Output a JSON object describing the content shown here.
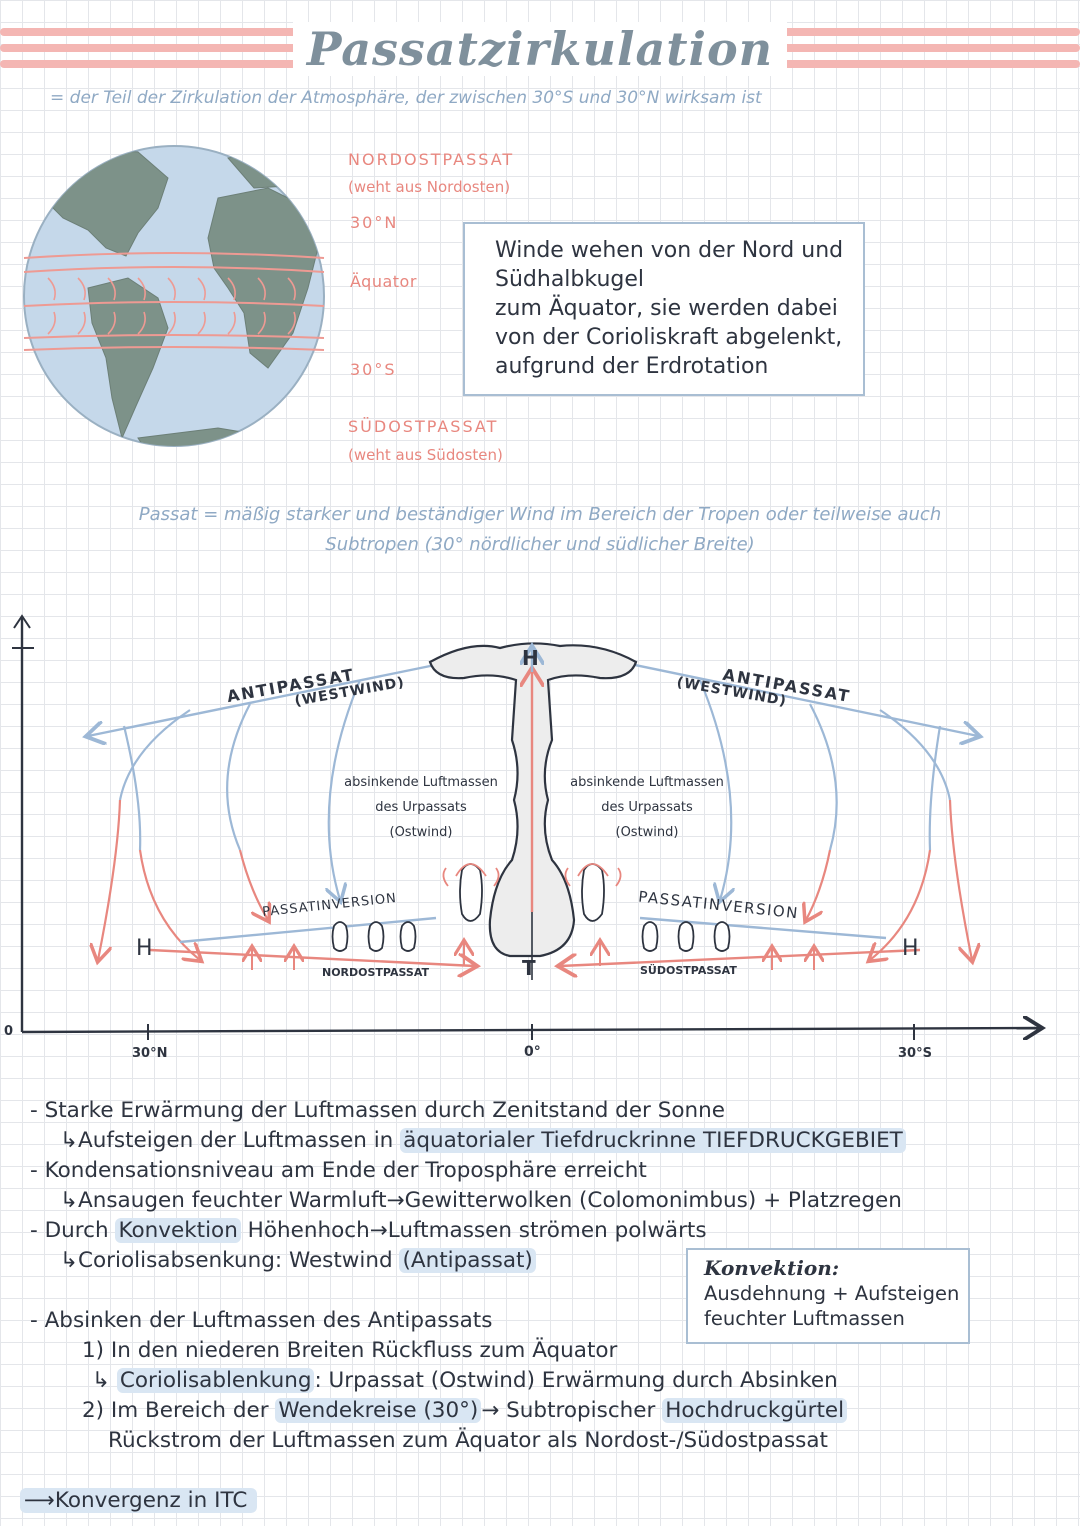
{
  "header": {
    "title": "Passatzirkulation",
    "definition": "= der Teil der Zirkulation der Atmosphäre, der zwischen 30°S und 30°N wirksam ist"
  },
  "globe_labels": {
    "nordost": "NORDOSTPASSAT",
    "nordost_sub": "(weht aus Nordosten)",
    "lat_n": "30°N",
    "equator": "Äquator",
    "lat_s": "30°S",
    "suedost": "SÜDOSTPASSAT",
    "suedost_sub": "(weht aus Südosten)"
  },
  "info_box": {
    "lines": [
      "Winde wehen von der Nord und",
      "Südhalbkugel",
      "zum Äquator, sie werden dabei",
      "von der Corioliskraft abgelenkt,",
      "aufgrund der Erdrotation"
    ]
  },
  "passat_def": {
    "line1": "Passat = mäßig starker und beständiger Wind im Bereich der Tropen oder teilweise auch",
    "line2": "Subtropen (30° nördlicher und südlicher Breite)"
  },
  "diagram": {
    "axis_origin": "0",
    "x_ticks": [
      "30°N",
      "0°",
      "30°S"
    ],
    "h_top": "H",
    "t_bottom": "T",
    "h_left": "H",
    "h_right": "H",
    "antipassat_left": "ANTIPASSAT",
    "westwind_left": "(WESTWIND)",
    "antipassat_right": "ANTIPASSAT",
    "westwind_right": "(WESTWIND)",
    "sinking_left": [
      "absinkende Luftmassen",
      "des Urpassats",
      "(Ostwind)"
    ],
    "sinking_right": [
      "absinkende Luftmassen",
      "des Urpassats",
      "(Ostwind)"
    ],
    "inversion_left": "PASSATINVERSION",
    "inversion_right": "PASSATINVERSION",
    "nordost": "NORDOSTPASSAT",
    "suedost": "SÜDOSTPASSAT"
  },
  "bullets": {
    "b1": "- Starke Erwärmung der Luftmassen durch Zenitstand der Sonne",
    "b1a_pre": "↳Aufsteigen der Luftmassen in ",
    "b1a_hl": "äquatorialer Tiefdruckrinne TIEFDRUCKGEBIET",
    "b2": "- Kondensationsniveau am Ende der Troposphäre erreicht",
    "b2a": "↳Ansaugen feuchter Warmluft→Gewitterwolken (Colomonimbus) + Platzregen",
    "b3_pre": "- Durch ",
    "b3_hl": "Konvektion",
    "b3_post": " Höhenhoch→Luftmassen strömen polwärts",
    "b3a_pre": "↳Coriolisabsenkung: Westwind ",
    "b3a_hl": "(Antipassat)",
    "b4": "- Absinken der Luftmassen des Antipassats",
    "b4_1": "1) In den niederen Breiten Rückfluss zum Äquator",
    "b4_1a_pre": "↳ ",
    "b4_1a_hl": "Coriolisablenkung",
    "b4_1a_post": ": Urpassat (Ostwind) Erwärmung durch Absinken",
    "b4_2_pre": "2) Im Bereich der ",
    "b4_2_hl1": "Wendekreise (30°)",
    "b4_2_mid": "→ Subtropischer ",
    "b4_2_hl2": "Hochdruckgürtel",
    "b4_2b": "Rückstrom der Luftmassen zum Äquator als Nordost-/Südostpassat",
    "b5": "Konvergenz in ITC"
  },
  "konvektion_box": {
    "title": "Konvektion:",
    "line1": "Ausdehnung + Aufsteigen",
    "line2": "feuchter Luftmassen"
  },
  "colors": {
    "pink": "#e8877f",
    "blue": "#9db8d6",
    "highlight": "#d9e6f3",
    "title": "#7f909c"
  }
}
